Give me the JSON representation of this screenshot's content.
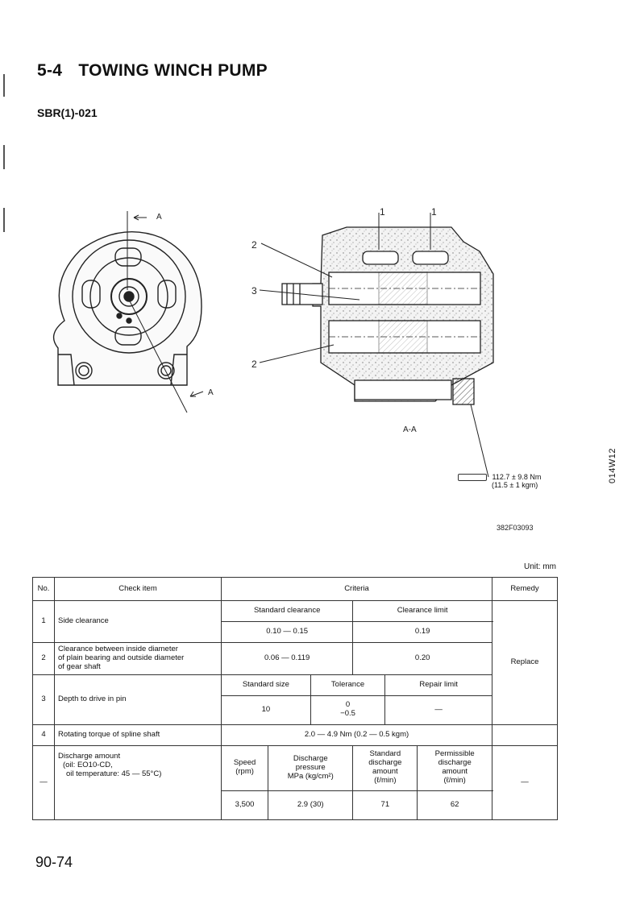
{
  "header": {
    "section_number": "5-4",
    "section_title": "TOWING WINCH PUMP",
    "model_code": "SBR(1)-021"
  },
  "figure": {
    "callouts": {
      "c1a": "1",
      "c1b": "1",
      "c2a": "2",
      "c3": "3",
      "c2b": "2",
      "cut_a_top": "A",
      "cut_a_bottom": "A",
      "section_label": "A-A"
    },
    "torque_spec": {
      "value": "112.7 ± 9.8 Nm",
      "kgm": "(11.5 ± 1 kgm)"
    },
    "drawing_code": "382F03093",
    "side_code": "014W12"
  },
  "table": {
    "unit": "Unit: mm",
    "headers": {
      "no": "No.",
      "check_item": "Check item",
      "criteria": "Criteria",
      "remedy": "Remedy"
    },
    "row1": {
      "no": "1",
      "item": "Side clearance",
      "col_std": "Standard clearance",
      "col_limit": "Clearance limit",
      "std": "0.10 — 0.15",
      "limit": "0.19"
    },
    "row2": {
      "no": "2",
      "item_l1": "Clearance between inside diameter",
      "item_l2": "of plain bearing and outside diameter",
      "item_l3": "of gear shaft",
      "std": "0.06 — 0.119",
      "limit": "0.20"
    },
    "remedy_replace": "Replace",
    "row3": {
      "no": "3",
      "item": "Depth to drive in pin",
      "col_size": "Standard size",
      "col_tol": "Tolerance",
      "col_repair": "Repair limit",
      "size": "10",
      "tol_plus": "0",
      "tol_minus": "−0.5",
      "repair": "—"
    },
    "row4": {
      "no": "4",
      "item": "Rotating torque of spline shaft",
      "value": "2.0 — 4.9 Nm (0.2 — 0.5 kgm)"
    },
    "row5": {
      "no": "—",
      "item_l1": "Discharge amount",
      "item_l2": "(oil: EO10-CD,",
      "item_l3": "oil temperature: 45 — 55°C)",
      "col_speed_l1": "Speed",
      "col_speed_l2": "(rpm)",
      "col_press_l1": "Discharge",
      "col_press_l2": "pressure",
      "col_press_l3": "MPa (kg/cm²)",
      "col_std_l1": "Standard",
      "col_std_l2": "discharge",
      "col_std_l3": "amount",
      "col_std_l4": "(ℓ/min)",
      "col_perm_l1": "Permissible",
      "col_perm_l2": "discharge",
      "col_perm_l3": "amount",
      "col_perm_l4": "(ℓ/min)",
      "speed": "3,500",
      "pressure": "2.9 (30)",
      "std_amount": "71",
      "perm_amount": "62",
      "remedy": "—"
    }
  },
  "footer": {
    "page_number": "90-74"
  }
}
